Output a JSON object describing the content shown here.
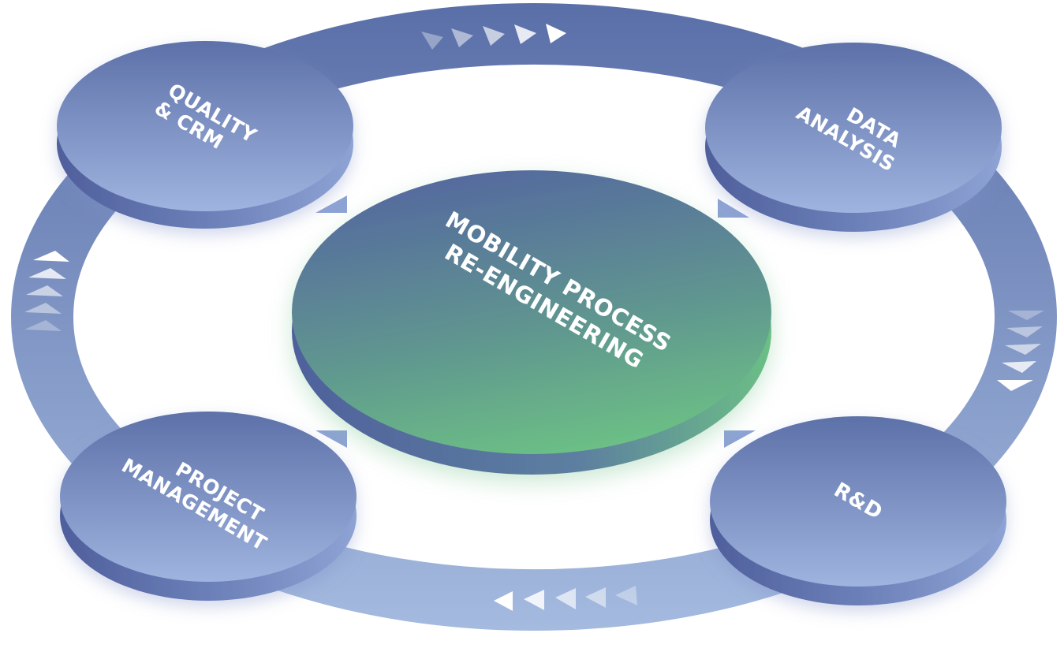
{
  "diagram": {
    "center": {
      "lines": [
        "MOBILITY PROCESS",
        "RE-ENGINEERING"
      ]
    },
    "nodes": [
      {
        "id": "quality",
        "lines": [
          "QUALITY",
          "& CRM"
        ]
      },
      {
        "id": "data",
        "lines": [
          "DATA",
          "ANALYSIS"
        ]
      },
      {
        "id": "project",
        "lines": [
          "PROJECT",
          "MANAGEMENT"
        ]
      },
      {
        "id": "rd",
        "lines": [
          "R&D"
        ]
      }
    ],
    "colors": {
      "ring_top": "#5a6fa8",
      "ring_bottom": "#9fb5e0",
      "node_top": "#5f73aa",
      "node_bottom": "#9bb0de",
      "node_side": "#5566a3",
      "center_top": "#56689f",
      "center_bottom": "#6bbf86",
      "arrow": "#ffffff"
    }
  }
}
